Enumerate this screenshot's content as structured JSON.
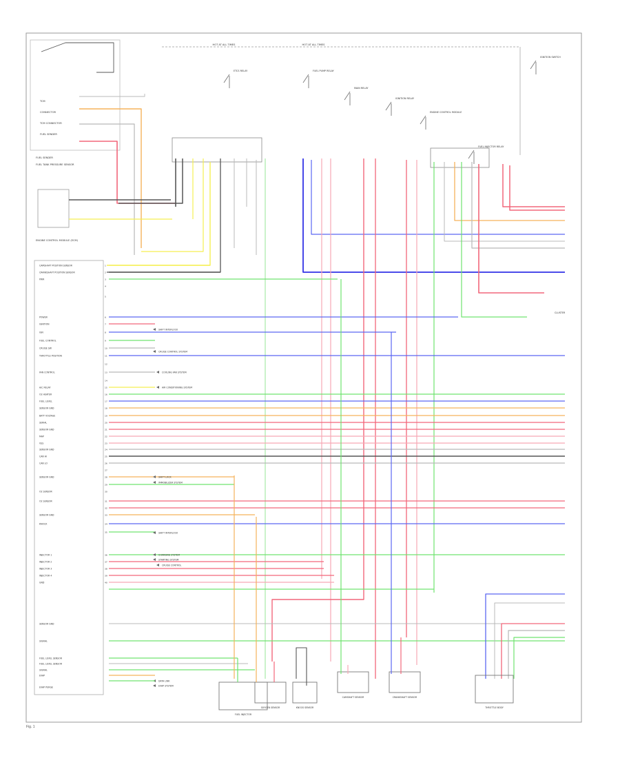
{
  "diagram": {
    "power_labels": {
      "left": "HOT AT ALL TIMES",
      "right": "HOT AT ALL TIMES"
    },
    "top_left_labels": [
      "TCM",
      "CONNECTOR",
      "TCM CONNECTOR",
      "FUEL SENDER"
    ],
    "relay_labels": [
      "ETCS RELAY",
      "FUEL PUMP RELAY",
      "MAIN RELAY",
      "IGNITION RELAY",
      "ENGINE CONTROL MODULE",
      "FUEL INJECTOR RELAY",
      "IGNITION SWITCH"
    ],
    "left_components": [
      "FUEL SENDER",
      "FUEL TANK PRESSURE SENSOR",
      "ENGINE CONTROL MODULE (ECM)"
    ],
    "left_pins": [
      "CAMSHAFT POSITION SENSOR",
      "CRANKSHAFT POSITION SENSOR",
      "PWR",
      "",
      "",
      "POWER",
      "IGNITION",
      "IGN",
      "FUEL CONTROL",
      "CRUISE SW",
      "THROTTLE POSITION",
      "",
      "FAN CONTROL",
      "",
      "A/C RELAY",
      "O2 HEATER",
      "FUEL LEVEL",
      "SENSOR GND",
      "BATT VOLTAGE",
      "SERIAL",
      "SENSOR GND",
      "MAP",
      "VSS",
      "SENSOR GND",
      "CAN HI",
      "CAN LO",
      "",
      "SENSOR GND",
      "",
      "O2 SENSOR",
      "O2 SENSOR",
      "",
      "SENSOR GND",
      "KNOCK",
      "",
      "INJECTOR 1",
      "INJECTOR 2",
      "INJECTOR 3",
      "INJECTOR 4",
      "GND"
    ],
    "lower_left_labels": [
      "SENSOR GND",
      "SIGNAL",
      "FUEL LEVEL SENSOR",
      "FUEL LEVEL SENSOR",
      "SIGNAL",
      "EVAP",
      "EVAP PURGE"
    ],
    "inline_callouts": [
      "SHIFT INTERLOCK",
      "CRUISE CONTROL SYSTEM",
      "COOLING FAN SYSTEM",
      "AIR CONDITIONING SYSTEM",
      "SHIFT LOCK",
      "IMMOBILIZER SYSTEM",
      "SHIFT INTERLOCK",
      "CHARGING SYSTEM",
      "STARTING SYSTEM",
      "CRUISE CONTROL",
      "DATA LINK",
      "EVAP SYSTEM"
    ],
    "right_callout": "CLUSTER",
    "bottom_components": [
      "FUEL INJECTOR",
      "OXYGEN SENSOR",
      "KNOCK SENSOR",
      "CAMSHAFT SENSOR",
      "CRANKSHAFT SENSOR",
      "THROTTLE BODY"
    ],
    "footer_label": "Fig. 1"
  }
}
